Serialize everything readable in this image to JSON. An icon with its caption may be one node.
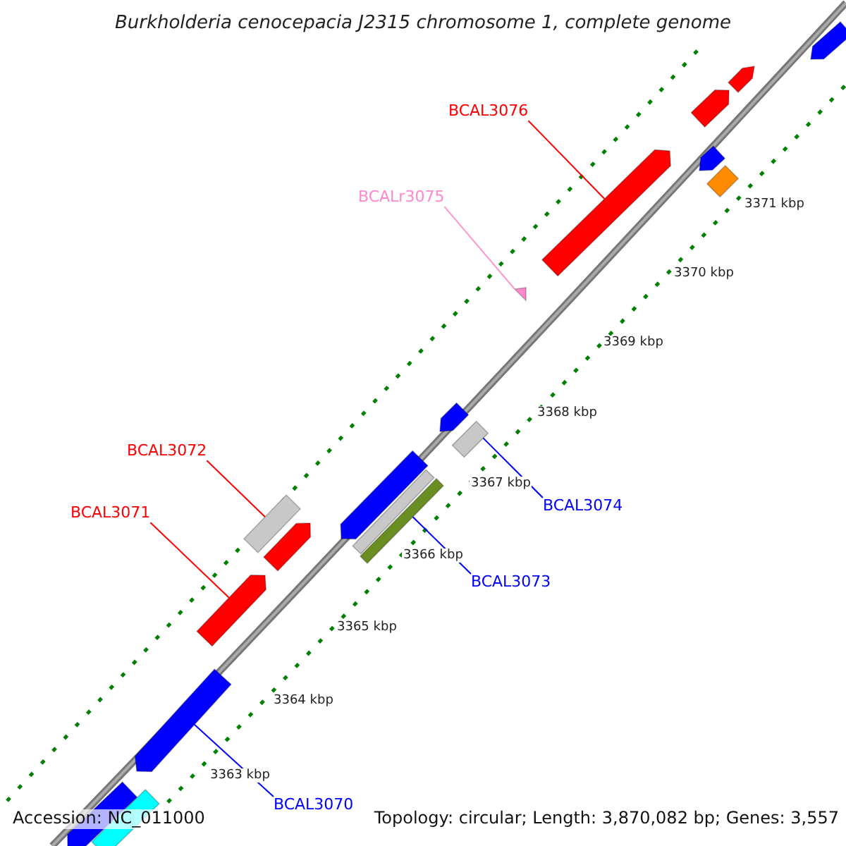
{
  "diagram": {
    "title": "Burkholderia cenocepacia J2315 chromosome 1, complete genome",
    "nodes": [
      {
        "text": [
          "BCAL3076"
        ]
      },
      {
        "text": [],
        "shape": "arrow"
      },
      {
        "text": [
          "BCALr3075"
        ]
      },
      {
        "text": [],
        "shape": "triangle"
      },
      {
        "text": [
          "BCAL3072"
        ]
      },
      {
        "text": [],
        "shape": "box"
      },
      {
        "text": [
          "BCAL3071"
        ]
      },
      {
        "text": [],
        "shape": "arrow"
      },
      {
        "text": [
          "BCAL3074"
        ]
      },
      {
        "text": [],
        "shape": "box"
      },
      {
        "text": [
          "BCAL3073"
        ]
      },
      {
        "text": [],
        "shape": "bar"
      },
      {
        "text": [
          "BCAL3070"
        ]
      },
      {
        "text": [],
        "shape": "arrow"
      }
    ],
    "edges": [
      {
        "from": 0,
        "to": 1,
        "arrow": "none",
        "color": "#ff0000"
      },
      {
        "from": 2,
        "to": 3,
        "arrow": "none",
        "color": "#ff99cc"
      },
      {
        "from": 4,
        "to": 5,
        "arrow": "none",
        "color": "#ff0000"
      },
      {
        "from": 6,
        "to": 7,
        "arrow": "none",
        "color": "#ff0000"
      },
      {
        "from": 8,
        "to": 9,
        "arrow": "none",
        "color": "#0000ff"
      },
      {
        "from": 10,
        "to": 11,
        "arrow": "none",
        "color": "#0000ff"
      },
      {
        "from": 12,
        "to": 13,
        "arrow": "none",
        "color": "#0000ff"
      }
    ],
    "labels": [
      "3371 kbp",
      "3370 kbp",
      "3369 kbp",
      "3368 kbp",
      "3367 kbp",
      "3366 kbp",
      "3365 kbp",
      "3364 kbp",
      "3363 kbp",
      "Accession: NC_011000",
      "Topology: circular; Length: 3,870,082 bp; Genes: 3,557"
    ]
  }
}
